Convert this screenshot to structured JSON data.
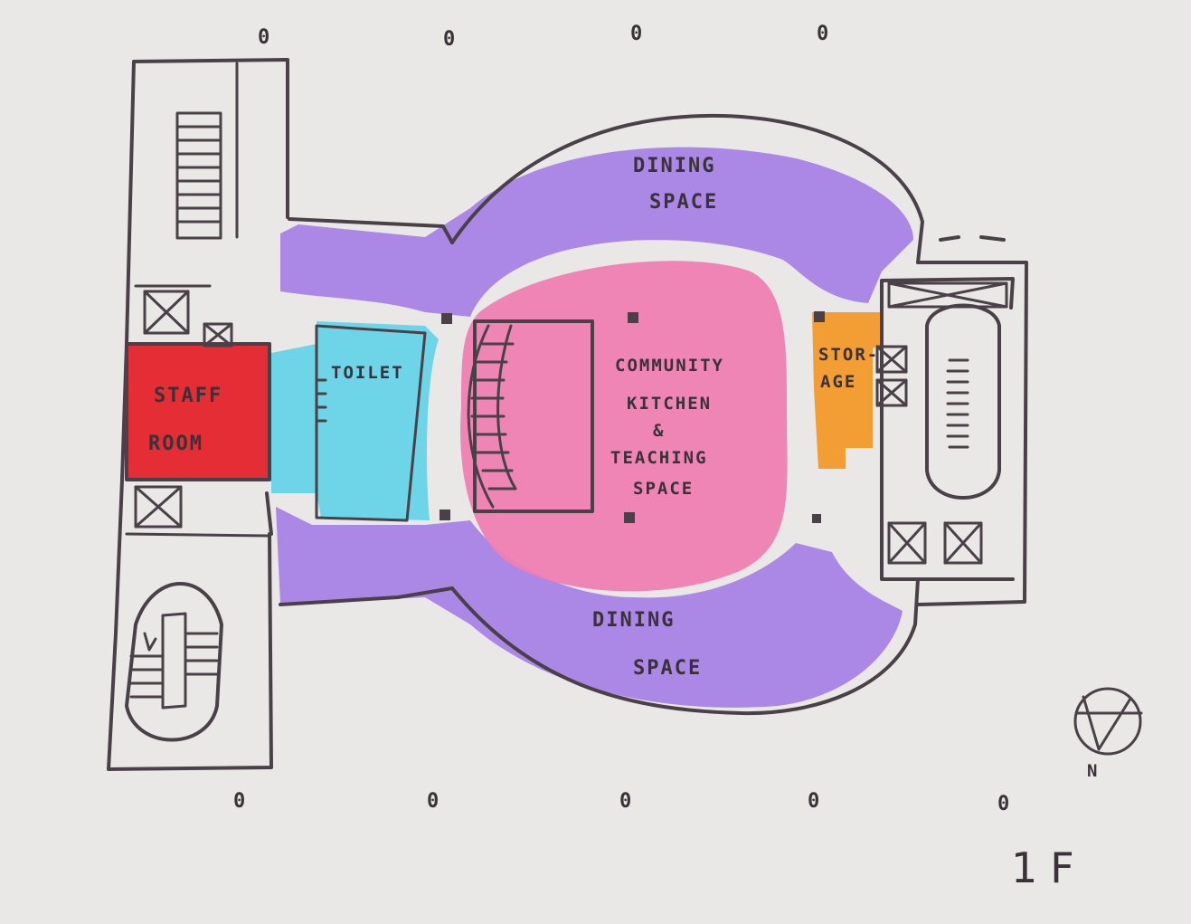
{
  "plan": {
    "floor_label": "1F",
    "north_label": "N",
    "rooms": {
      "dining_top_line1": "DINING",
      "dining_top_line2": "SPACE",
      "dining_bottom_line1": "DINING",
      "dining_bottom_line2": "SPACE",
      "kitchen_line1": "COMMUNITY",
      "kitchen_line2": "KITCHEN",
      "kitchen_line3": "&",
      "kitchen_line4": "TEACHING",
      "kitchen_line5": "SPACE",
      "toilet": "TOILET",
      "staff_line1": "STAFF",
      "staff_line2": "ROOM",
      "storage_line1": "STOR-",
      "storage_line2": "AGE"
    },
    "colors": {
      "dining": "#a57fe6",
      "kitchen": "#ef7fb2",
      "toilet": "#67d4e8",
      "staff": "#e3252e",
      "storage": "#f29a2a",
      "ink": "#4a4048",
      "paper": "#e9e8e6"
    },
    "column_markers_top": [
      "0",
      "0",
      "0",
      "0"
    ],
    "column_markers_bottom": [
      "0",
      "0",
      "0",
      "0",
      "0"
    ]
  }
}
